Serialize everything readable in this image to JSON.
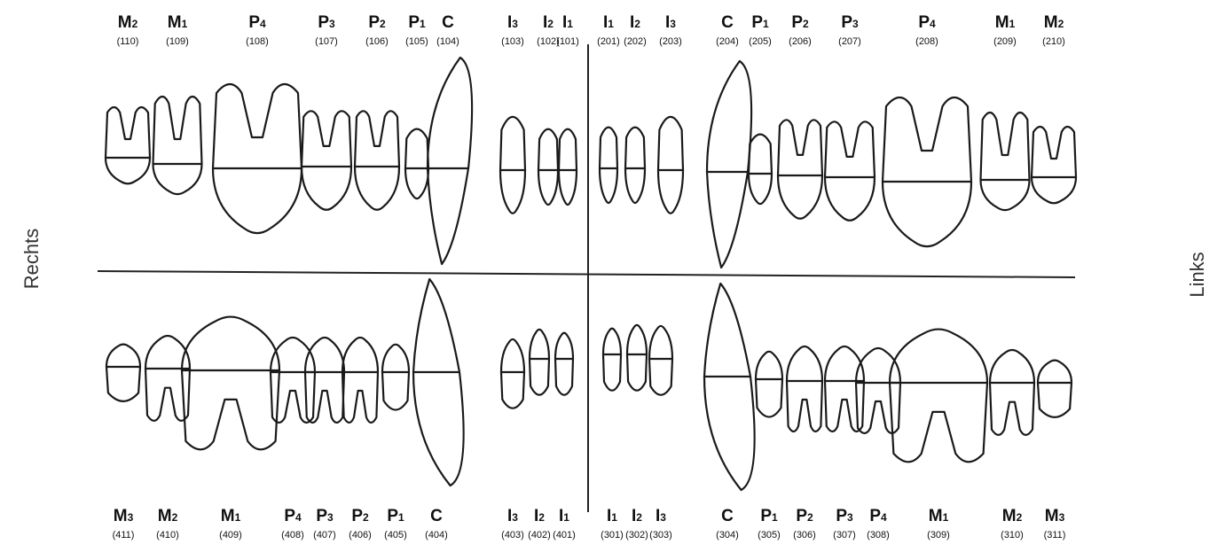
{
  "side_labels": {
    "right": "Rechts",
    "left": "Links"
  },
  "upper_right": [
    {
      "code": "M",
      "sub": "2",
      "num": "(110)"
    },
    {
      "code": "M",
      "sub": "1",
      "num": "(109)"
    },
    {
      "code": "P",
      "sub": "4",
      "num": "(108)"
    },
    {
      "code": "P",
      "sub": "3",
      "num": "(107)"
    },
    {
      "code": "P",
      "sub": "2",
      "num": "(106)"
    },
    {
      "code": "P",
      "sub": "1",
      "num": "(105)"
    },
    {
      "code": "C",
      "sub": "",
      "num": "(104)"
    },
    {
      "code": "I",
      "sub": "3",
      "num": "(103)"
    },
    {
      "code": "I",
      "sub": "2",
      "num": "(102)"
    },
    {
      "code": "I",
      "sub": "1",
      "num": "(101)"
    }
  ],
  "upper_left": [
    {
      "code": "I",
      "sub": "1",
      "num": "(201)"
    },
    {
      "code": "I",
      "sub": "2",
      "num": "(202)"
    },
    {
      "code": "I",
      "sub": "3",
      "num": "(203)"
    },
    {
      "code": "C",
      "sub": "",
      "num": "(204)"
    },
    {
      "code": "P",
      "sub": "1",
      "num": "(205)"
    },
    {
      "code": "P",
      "sub": "2",
      "num": "(206)"
    },
    {
      "code": "P",
      "sub": "3",
      "num": "(207)"
    },
    {
      "code": "P",
      "sub": "4",
      "num": "(208)"
    },
    {
      "code": "M",
      "sub": "1",
      "num": "(209)"
    },
    {
      "code": "M",
      "sub": "2",
      "num": "(210)"
    }
  ],
  "lower_right": [
    {
      "code": "M",
      "sub": "3",
      "num": "(411)"
    },
    {
      "code": "M",
      "sub": "2",
      "num": "(410)"
    },
    {
      "code": "M",
      "sub": "1",
      "num": "(409)"
    },
    {
      "code": "P",
      "sub": "4",
      "num": "(408)"
    },
    {
      "code": "P",
      "sub": "3",
      "num": "(407)"
    },
    {
      "code": "P",
      "sub": "2",
      "num": "(406)"
    },
    {
      "code": "P",
      "sub": "1",
      "num": "(405)"
    },
    {
      "code": "C",
      "sub": "",
      "num": "(404)"
    },
    {
      "code": "I",
      "sub": "3",
      "num": "(403)"
    },
    {
      "code": "I",
      "sub": "2",
      "num": "(402)"
    },
    {
      "code": "I",
      "sub": "1",
      "num": "(401)"
    }
  ],
  "lower_left": [
    {
      "code": "I",
      "sub": "1",
      "num": "(301)"
    },
    {
      "code": "I",
      "sub": "2",
      "num": "(302)"
    },
    {
      "code": "I",
      "sub": "3",
      "num": "(303)"
    },
    {
      "code": "C",
      "sub": "",
      "num": "(304)"
    },
    {
      "code": "P",
      "sub": "1",
      "num": "(305)"
    },
    {
      "code": "P",
      "sub": "2",
      "num": "(306)"
    },
    {
      "code": "P",
      "sub": "3",
      "num": "(307)"
    },
    {
      "code": "P",
      "sub": "4",
      "num": "(308)"
    },
    {
      "code": "M",
      "sub": "1",
      "num": "(309)"
    },
    {
      "code": "M",
      "sub": "2",
      "num": "(310)"
    },
    {
      "code": "M",
      "sub": "3",
      "num": "(311)"
    }
  ]
}
